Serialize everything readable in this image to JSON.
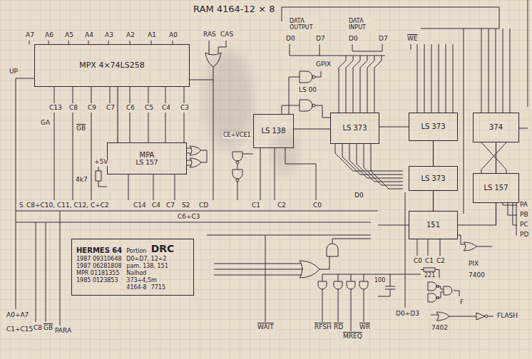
{
  "diagram": {
    "title": "RAM 4164-12 × 8",
    "nodes": [
      {
        "text": [
          "MPX 4×74LS258"
        ]
      },
      {
        "text": [
          "LS 138"
        ]
      },
      {
        "text": [
          "LS 373"
        ]
      },
      {
        "text": [
          "LS 373"
        ]
      },
      {
        "text": [
          "374"
        ]
      },
      {
        "text": [
          "MPA",
          "LS 157"
        ]
      },
      {
        "text": [
          "LS 373"
        ]
      },
      {
        "text": [
          "LS 157"
        ]
      },
      {
        "text": [
          "151"
        ]
      },
      {
        "text": [
          "HERMES 64",
          "Portion",
          "DRC",
          "1987 09310648",
          "D0÷D7, 12÷2",
          "1987 06281808",
          "pam. 138, 151",
          "MPR 01181355",
          "Nalhod",
          "1985 0123853",
          "373÷4,5m",
          "4164-8",
          "7715"
        ]
      }
    ],
    "edges": [
      {
        "from": 5,
        "to": 0,
        "arrow": "none"
      },
      {
        "from": 1,
        "to": 2,
        "arrow": "none"
      },
      {
        "from": 2,
        "to": 3,
        "arrow": "none"
      },
      {
        "from": 3,
        "to": 6,
        "arrow": "none"
      },
      {
        "from": 6,
        "to": 8,
        "arrow": "none"
      },
      {
        "from": 4,
        "to": 7,
        "arrow": "none"
      },
      {
        "from": 8,
        "to": 7,
        "arrow": "none"
      }
    ],
    "labels": [
      "A7",
      "A6",
      "A5",
      "A4",
      "A3",
      "A2",
      "A1",
      "A0",
      "RAS",
      "CAS",
      "DATA OUTPUT",
      "D0",
      "D7",
      "DATA INPUT",
      "D0",
      "D7",
      "WE",
      "C13",
      "C8",
      "C9",
      "C7",
      "C6",
      "C5",
      "C4",
      "C3",
      "GA",
      "GB",
      "+5V",
      "4k7",
      "UP",
      "S",
      "C8÷C10, C11, C12, C÷C2",
      "C14",
      "C4",
      "C7",
      "S2",
      "CD",
      "C6÷C3",
      "CE÷VCE1",
      "C1",
      "C2",
      "C0",
      "LS 00",
      "GPIX",
      "D0",
      "C0",
      "C1",
      "C2",
      "221",
      "100",
      "PIX",
      "7400",
      "F",
      "7402",
      "FLASH",
      "WAIT",
      "RFSH",
      "RD",
      "MREQ",
      "WR",
      "D0÷D3",
      "A0÷A7",
      "C1÷C15",
      "C8",
      "GB",
      "PARA",
      "PA",
      "PB",
      "PC",
      "PD"
    ]
  }
}
